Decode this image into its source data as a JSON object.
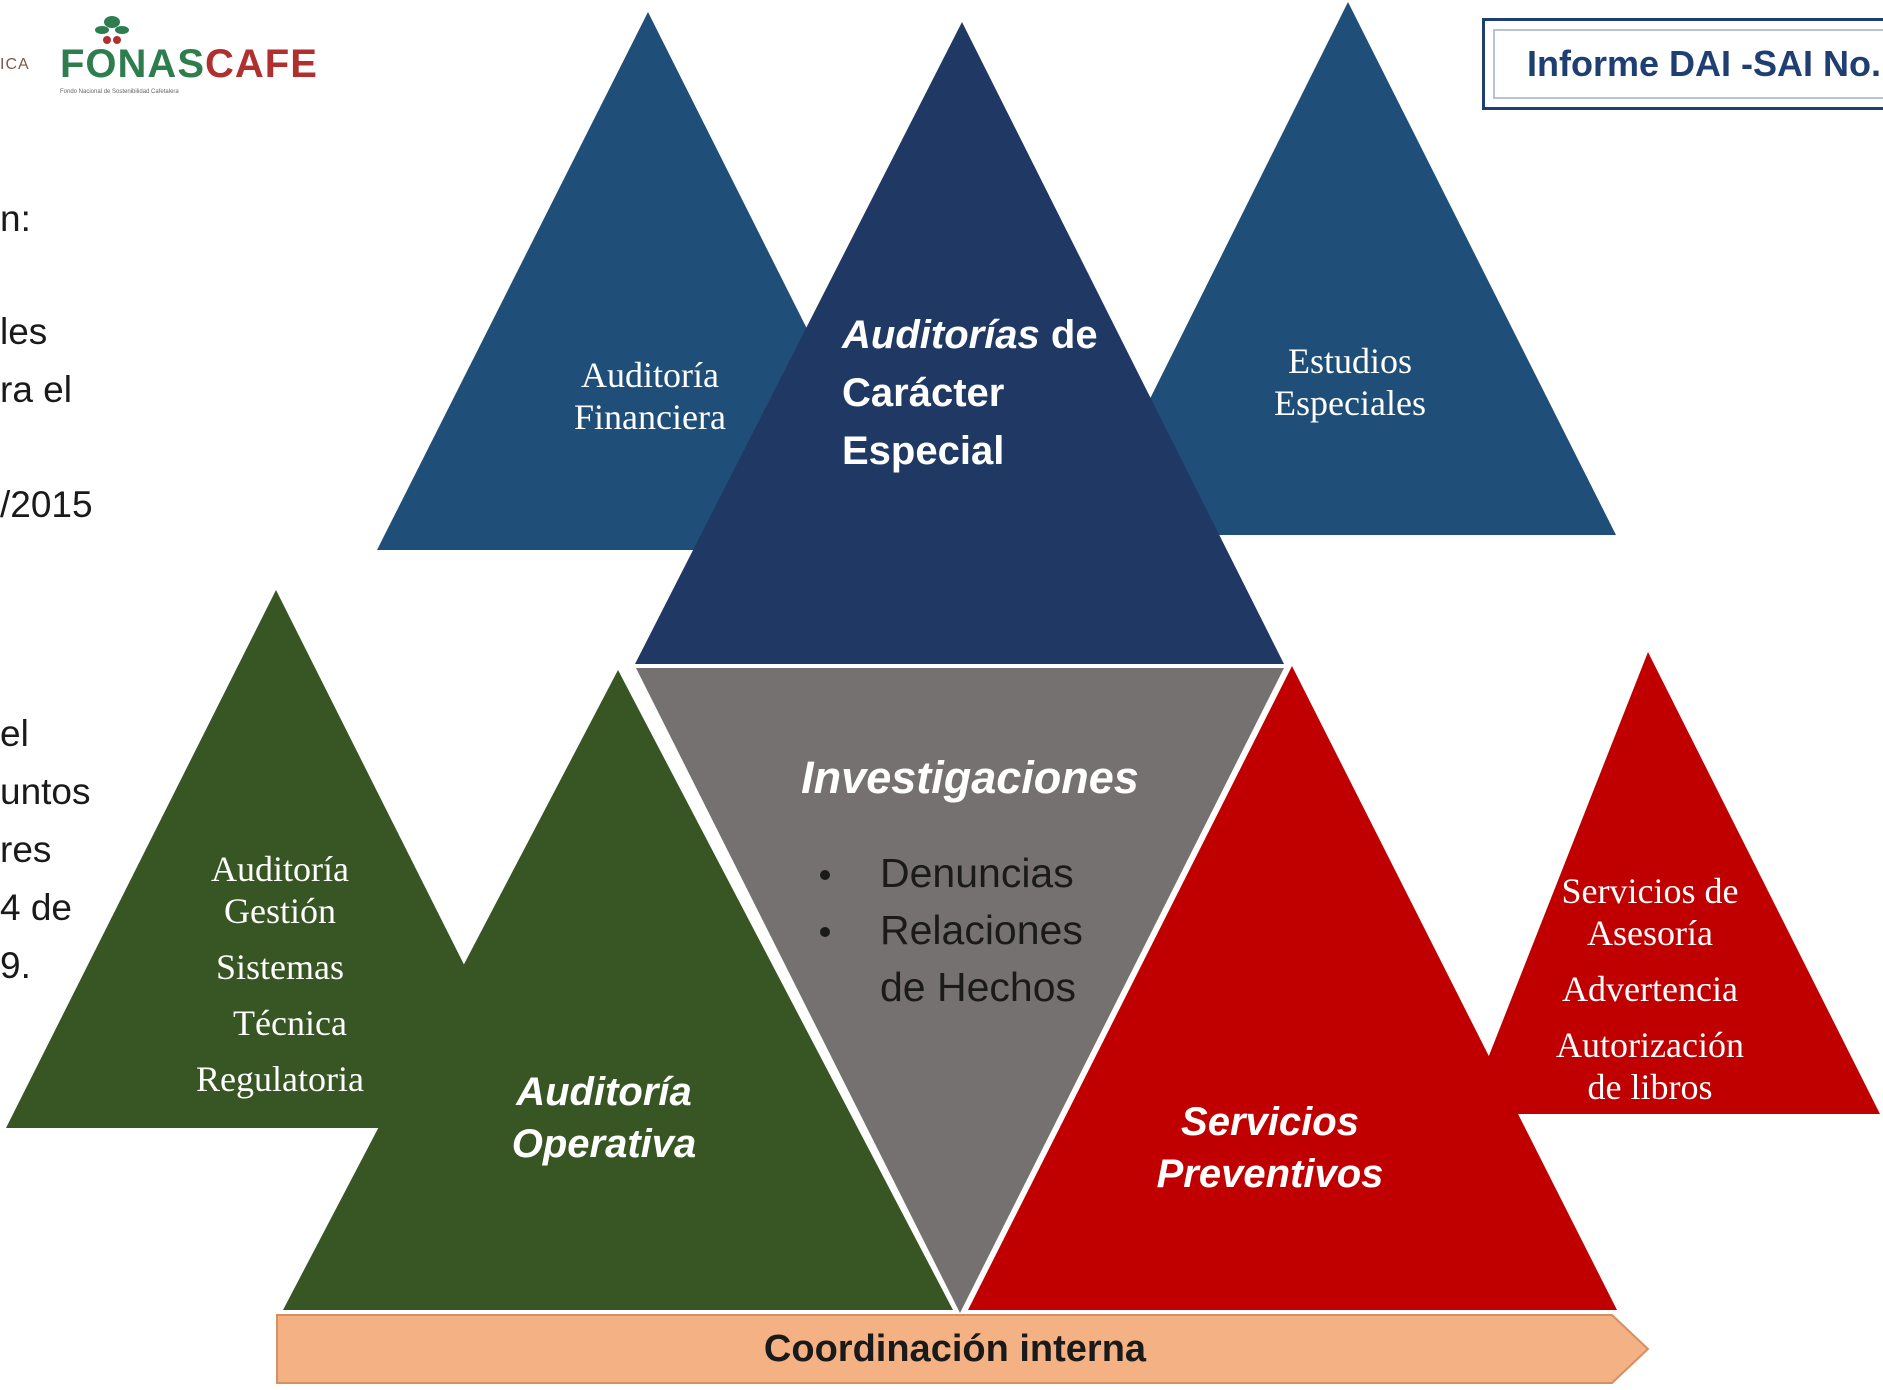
{
  "logo": {
    "fragment": "ICA",
    "name_left": "FONAS",
    "name_right": "CAFE",
    "subtitle": "Fondo Nacional de Sostenibilidad Cafetalera"
  },
  "report_label": "Informe DAI -SAI  No.",
  "side_text": [
    "n:",
    "les",
    "ra el",
    "/2015",
    "el",
    "untos",
    "res",
    "4 de",
    "9."
  ],
  "triangles": {
    "auditoria_financiera": [
      "Auditoría",
      "Financiera"
    ],
    "auditorias_especial": {
      "italic": "Auditorías",
      "rest1": " de",
      "line2": "Carácter",
      "line3": "Especial"
    },
    "estudios_especiales": [
      "Estudios",
      "Especiales"
    ],
    "auditoria_gestion": [
      "Auditoría",
      "Gestión",
      "Sistemas",
      "Técnica",
      "Regulatoria"
    ],
    "auditoria_operativa": [
      "Auditoría",
      "Operativa"
    ],
    "investigaciones": {
      "title": "Investigaciones",
      "items": [
        [
          "Denuncias"
        ],
        [
          "Relaciones",
          "de Hechos"
        ]
      ]
    },
    "servicios_preventivos": [
      "Servicios",
      "Preventivos"
    ],
    "servicios_asesoria": [
      "Servicios de",
      "Asesoría",
      "Advertencia",
      "Autorización",
      "de libros"
    ]
  },
  "footer_arrow": "Coordinación interna",
  "colors": {
    "blue": "#1f4e79",
    "navy": "#203864",
    "green": "#375623",
    "gray": "#767171",
    "red": "#c00000",
    "orange": "#f4b183",
    "report_border": "#1f3f73"
  }
}
